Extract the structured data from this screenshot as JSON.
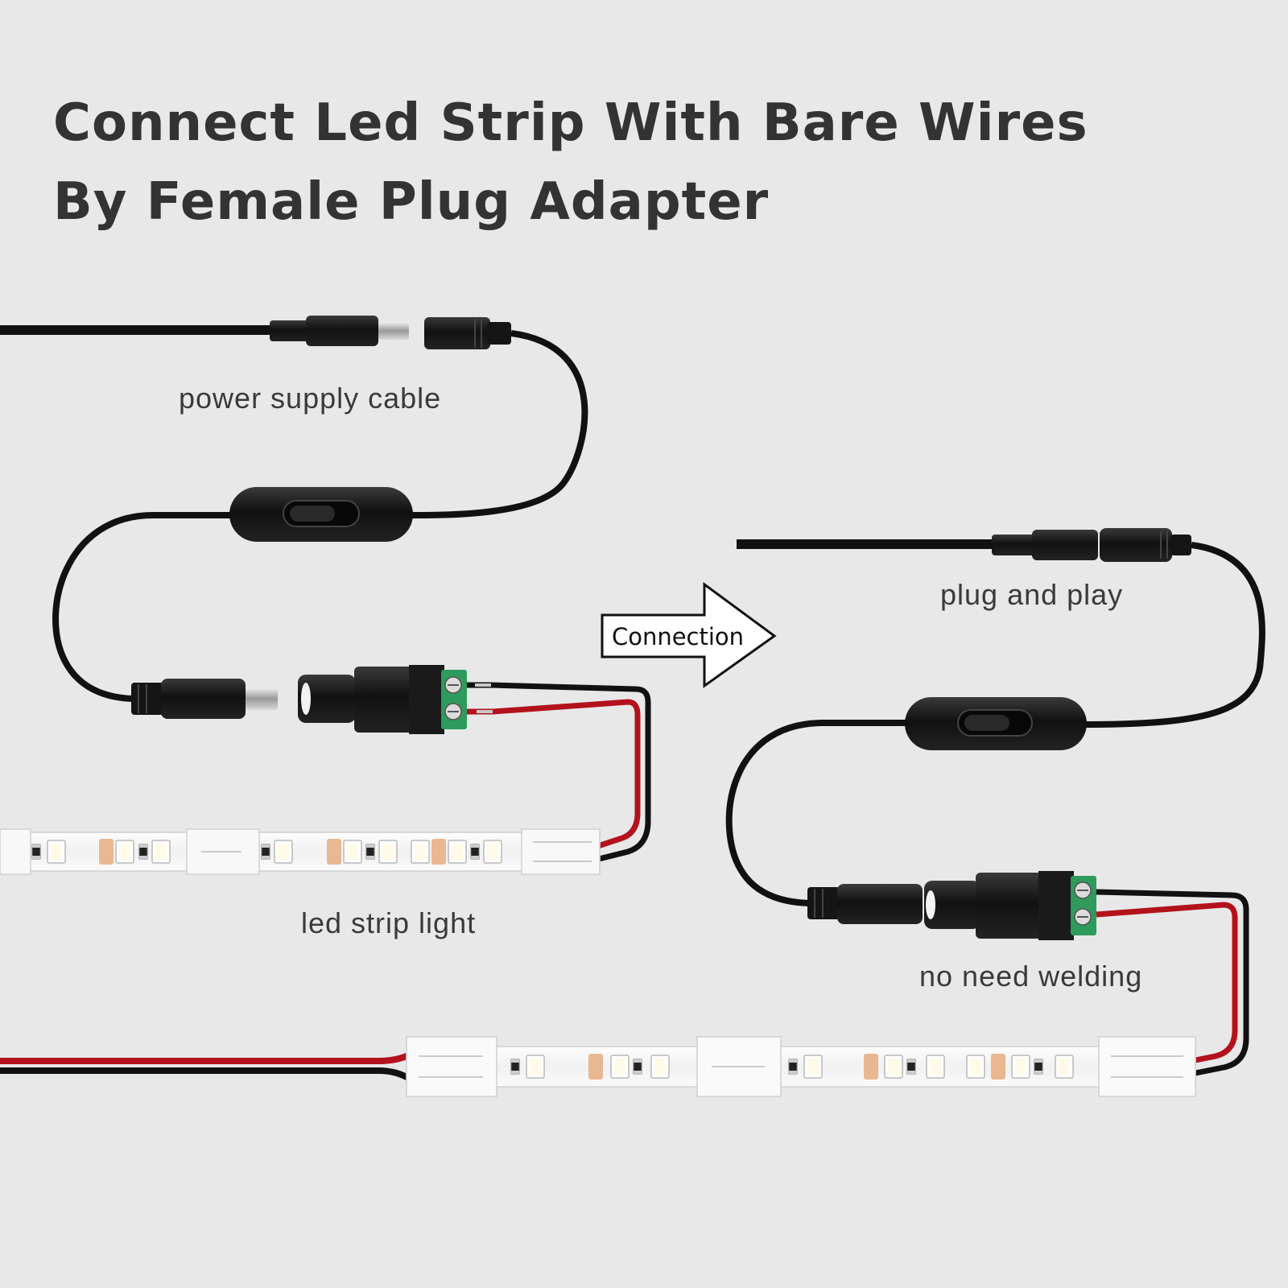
{
  "title": {
    "line1": "Connect Led Strip With Bare Wires",
    "line2": "By Female Plug Adapter"
  },
  "labels": {
    "power_supply_cable": "power supply cable",
    "led_strip_light": "led strip light",
    "plug_and_play": "plug and play",
    "no_need_welding": "no need welding"
  },
  "arrow": {
    "label": "Connection"
  },
  "colors": {
    "background": "#e8e8e8",
    "cable": "#111111",
    "red_wire": "#b3121c",
    "terminal": "#2e9a5c",
    "strip": "#f4f4f4"
  }
}
